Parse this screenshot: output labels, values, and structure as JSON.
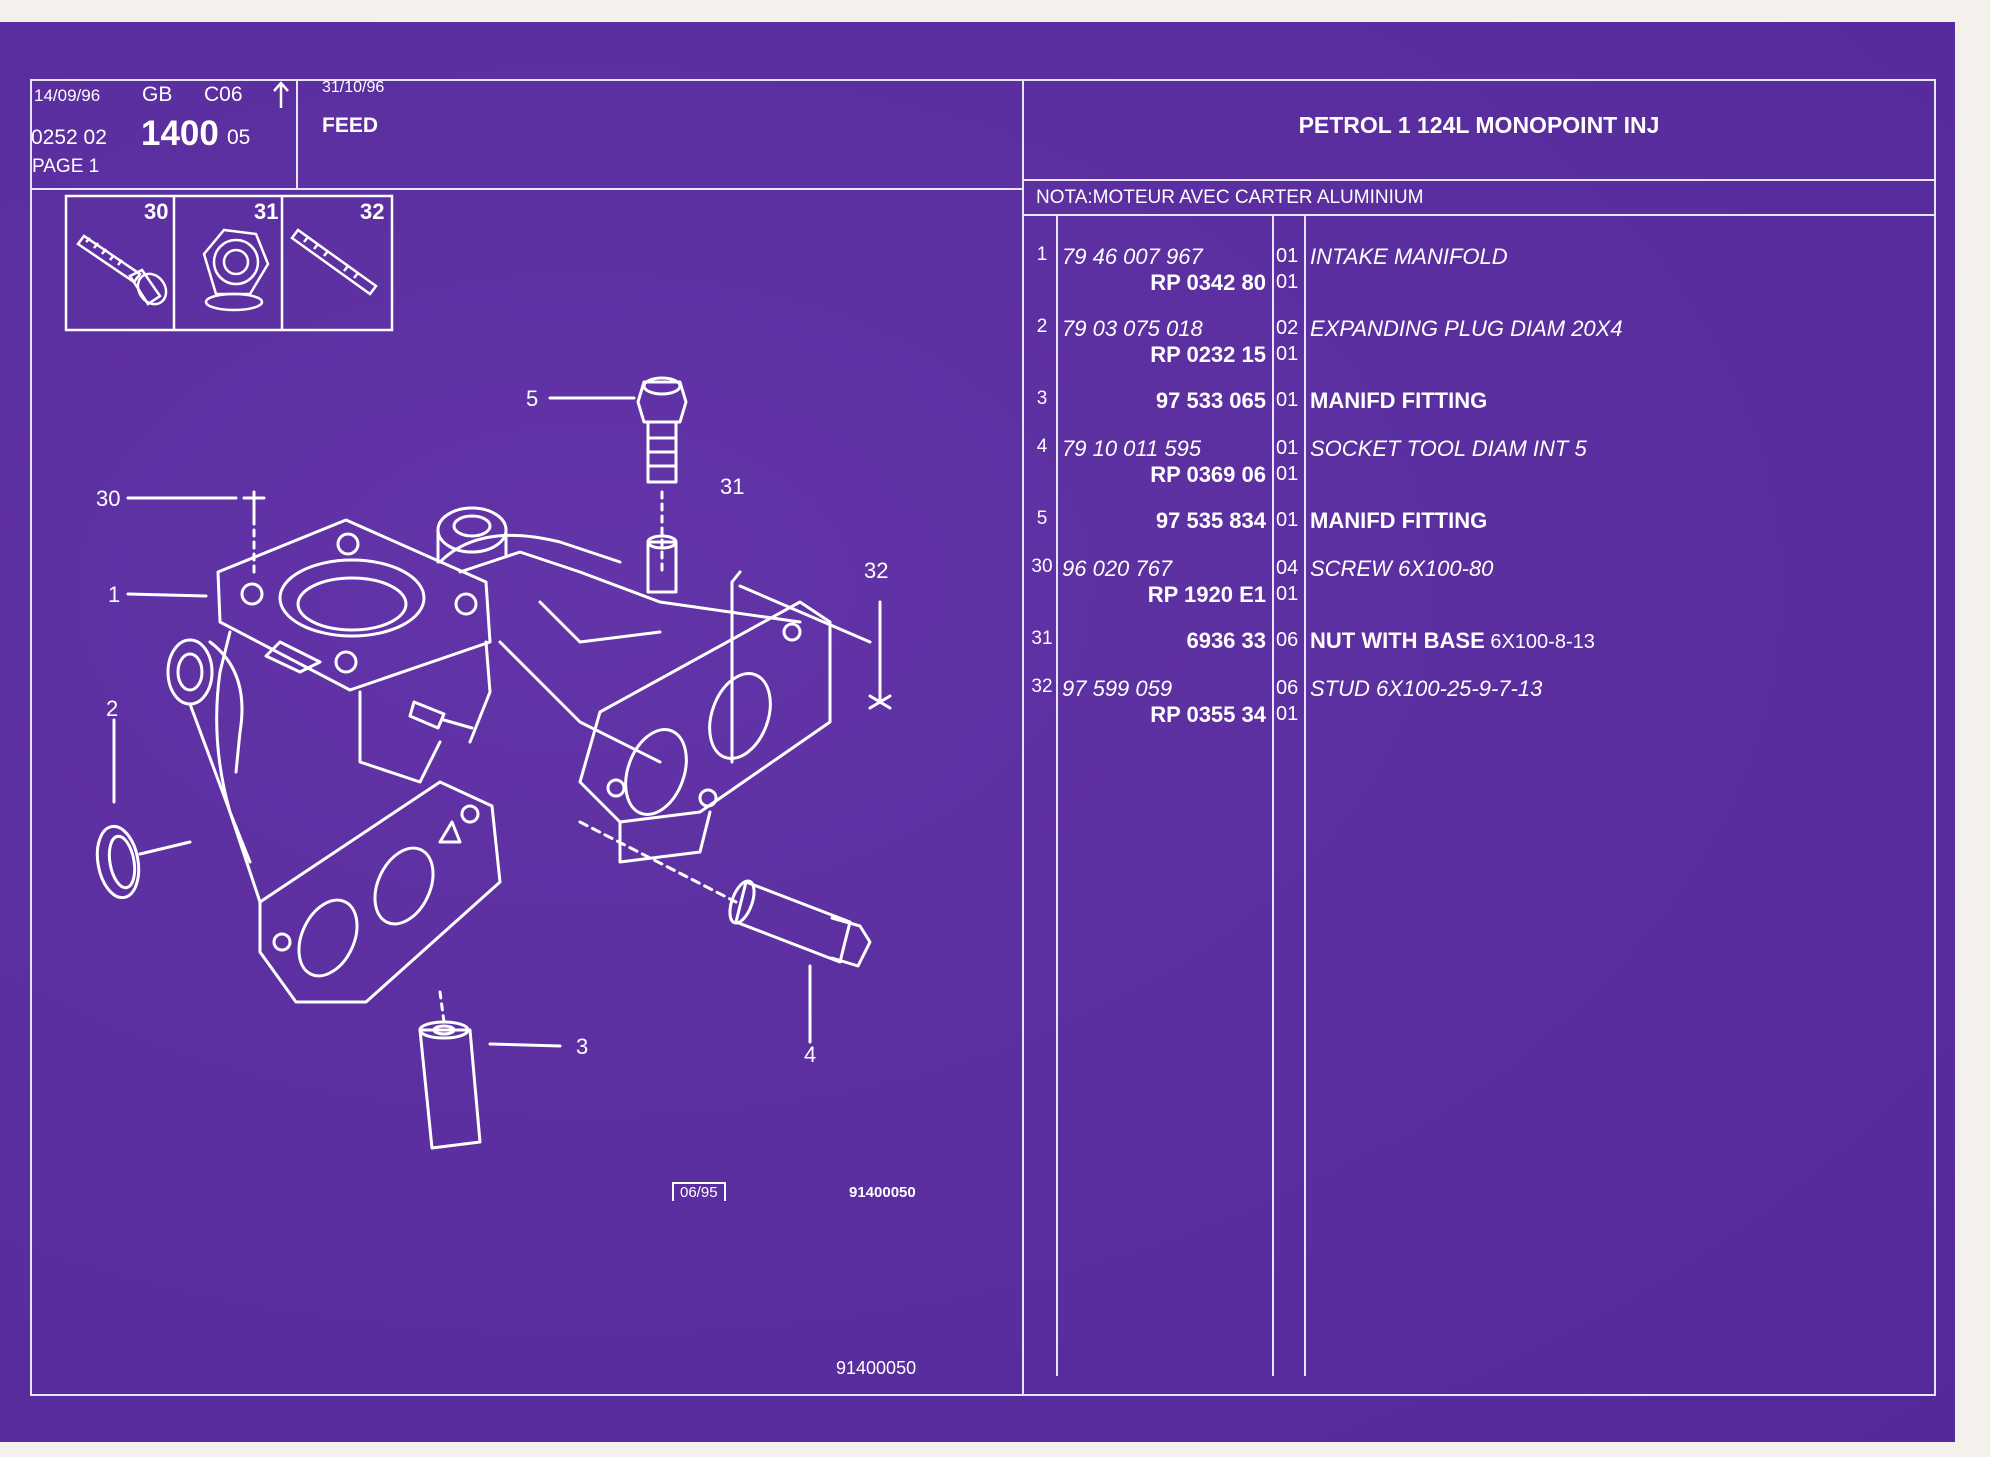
{
  "header": {
    "date1": "14/09/96",
    "lang": "GB",
    "code": "C06",
    "ref_prefix": "0252 02",
    "ref_main": "1400",
    "ref_suffix": "05",
    "page": "PAGE 1",
    "date2": "31/10/96",
    "section": "FEED",
    "title": "PETROL 1 124L MONOPOINT INJ",
    "nota": "NOTA:MOTEUR AVEC CARTER ALUMINIUM"
  },
  "thumbs": [
    "30",
    "31",
    "32"
  ],
  "callouts": [
    "1",
    "2",
    "3",
    "4",
    "5",
    "30",
    "31",
    "32"
  ],
  "footer": {
    "stamp": "06/95",
    "drawing_ref": "91400050",
    "bottom_ref": "91400050"
  },
  "parts": [
    {
      "item": "1",
      "lines": [
        {
          "ref": "79 46 007 967",
          "style": "italic",
          "qty": "01",
          "desc": "INTAKE MANIFOLD",
          "desc_extra": ""
        },
        {
          "ref": "RP  0342 80",
          "style": "bold",
          "qty": "01",
          "desc": "",
          "desc_extra": ""
        }
      ]
    },
    {
      "item": "2",
      "lines": [
        {
          "ref": "79 03 075 018",
          "style": "italic",
          "qty": "02",
          "desc": "EXPANDING PLUG DIAM 20X4",
          "desc_extra": ""
        },
        {
          "ref": "RP  0232 15",
          "style": "bold",
          "qty": "01",
          "desc": "",
          "desc_extra": ""
        }
      ]
    },
    {
      "item": "3",
      "lines": [
        {
          "ref": "97 533 065",
          "style": "bold",
          "qty": "01",
          "desc": "MANIFD FITTING",
          "desc_extra": ""
        }
      ]
    },
    {
      "item": "4",
      "lines": [
        {
          "ref": "79 10 011 595",
          "style": "italic",
          "qty": "01",
          "desc": "SOCKET TOOL DIAM INT 5",
          "desc_extra": ""
        },
        {
          "ref": "RP  0369 06",
          "style": "bold",
          "qty": "01",
          "desc": "",
          "desc_extra": ""
        }
      ]
    },
    {
      "item": "5",
      "lines": [
        {
          "ref": "97 535 834",
          "style": "bold",
          "qty": "01",
          "desc": "MANIFD FITTING",
          "desc_extra": ""
        }
      ]
    },
    {
      "item": "30",
      "lines": [
        {
          "ref": "96 020 767",
          "style": "italic",
          "qty": "04",
          "desc": "SCREW 6X100-80",
          "desc_extra": ""
        },
        {
          "ref": "RP  1920 E1",
          "style": "bold",
          "qty": "01",
          "desc": "",
          "desc_extra": ""
        }
      ]
    },
    {
      "item": "31",
      "lines": [
        {
          "ref": "6936 33",
          "style": "bold",
          "qty": "06",
          "desc": "NUT WITH BASE",
          "desc_extra": " 6X100-8-13"
        }
      ]
    },
    {
      "item": "32",
      "lines": [
        {
          "ref": "97 599 059",
          "style": "italic",
          "qty": "06",
          "desc": "STUD 6X100-25-9-7-13",
          "desc_extra": ""
        },
        {
          "ref": "RP  0355 34",
          "style": "bold",
          "qty": "01",
          "desc": "",
          "desc_extra": ""
        }
      ]
    }
  ]
}
